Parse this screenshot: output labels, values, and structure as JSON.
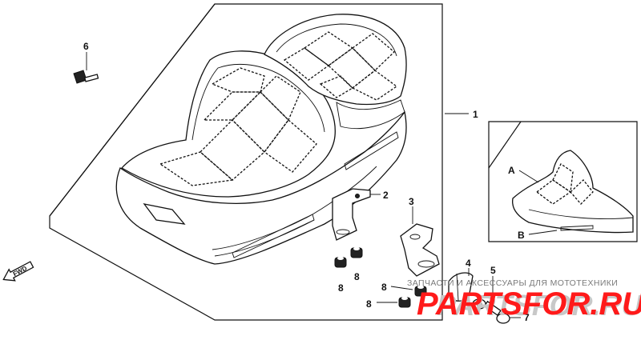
{
  "callouts": {
    "c1": "1",
    "c2": "2",
    "c3": "3",
    "c4": "4",
    "c5": "5",
    "c6": "6",
    "c7": "7",
    "c8a": "8",
    "c8b": "8",
    "c8c": "8",
    "c8d": "8",
    "inset_a": "A",
    "inset_b": "B"
  },
  "fwd_label": "FWD",
  "watermark": {
    "text": "ЗАПЧАСТИ И АКСЕССУАРЫ ДЛЯ МОТОТЕХНИКИ",
    "logo": "PARTSFOR.RU"
  },
  "colors": {
    "line": "#111111",
    "watermark_red": "#ff1a1a",
    "watermark_gray": "#7a7a7a"
  }
}
